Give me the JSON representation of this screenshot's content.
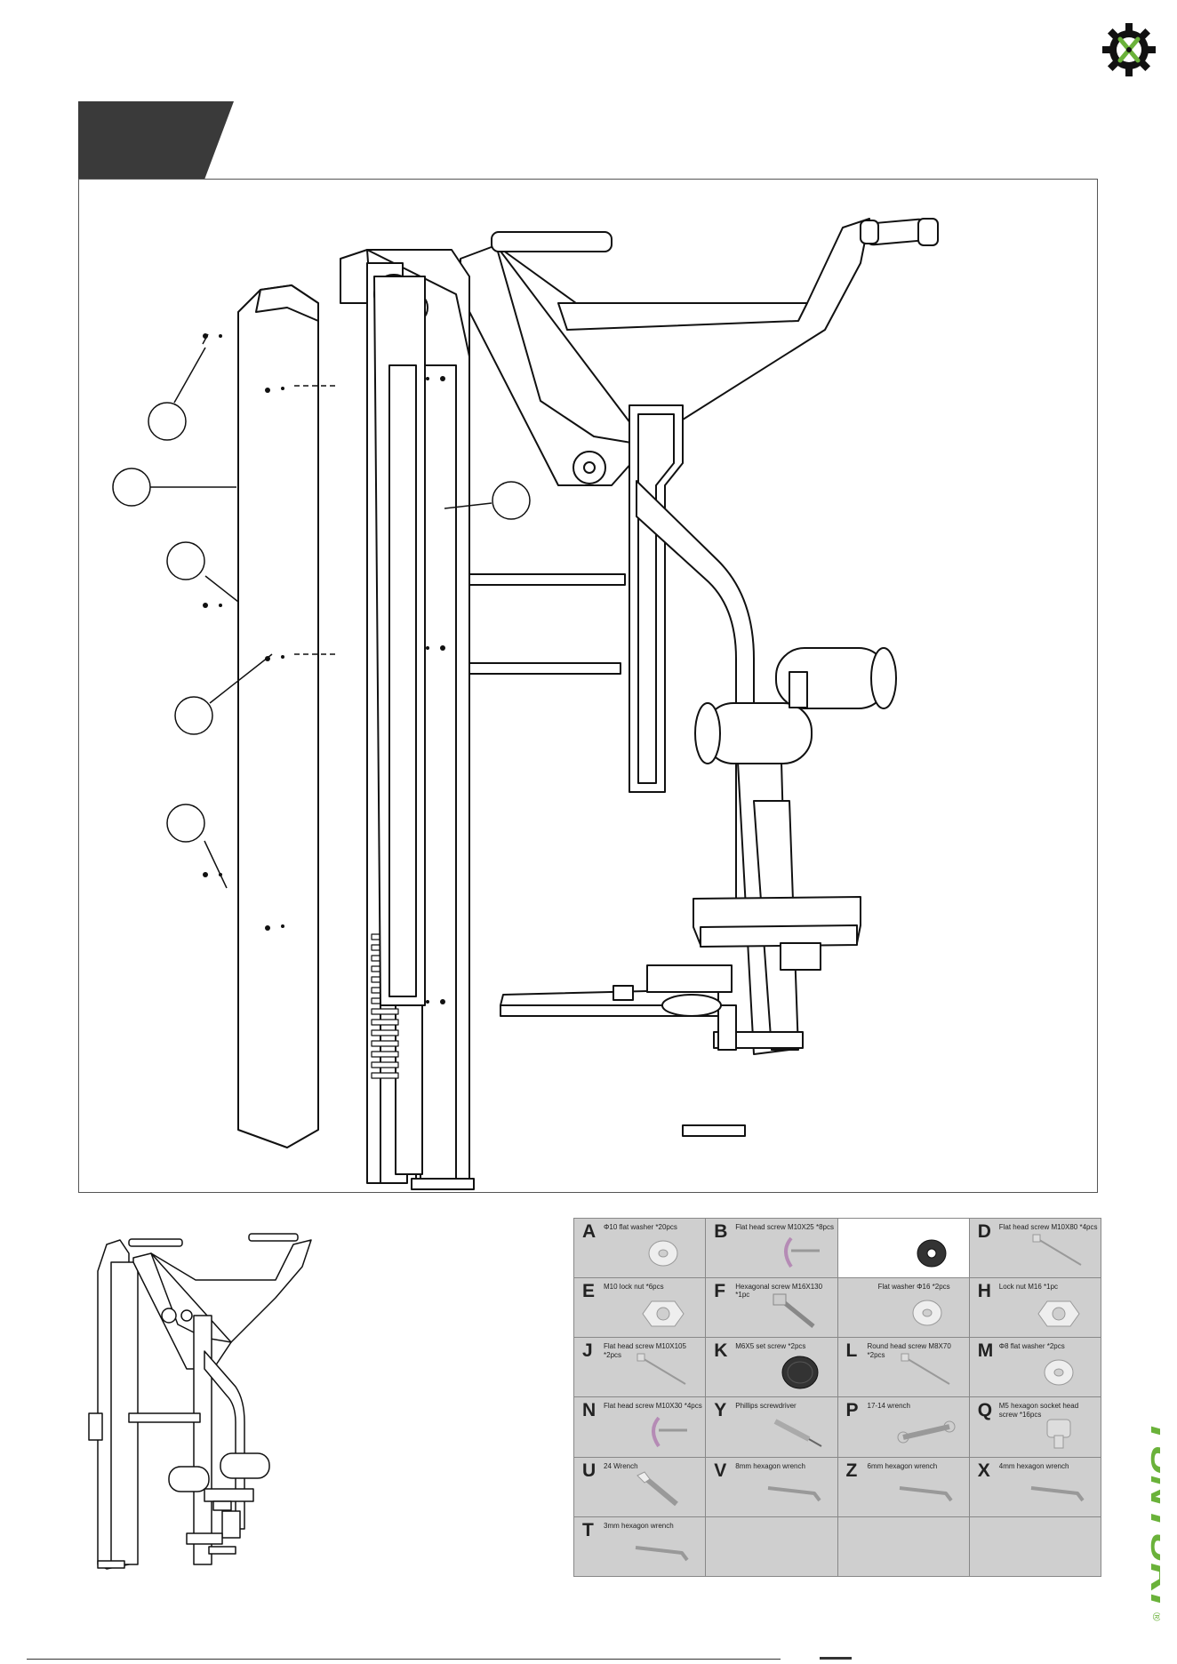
{
  "brand": {
    "name": "TUNTURI",
    "mark": "®",
    "color": "#6ab23a"
  },
  "step_tab": {
    "color": "#3a3a3a",
    "number": ""
  },
  "callouts": [
    "",
    "",
    "",
    "",
    "",
    ""
  ],
  "parts": [
    {
      "letter": "A",
      "desc": "Φ10 flat washer *20pcs",
      "icon": "flat-washer"
    },
    {
      "letter": "B",
      "desc": "Flat head screw M10X25 *8pcs",
      "icon": "hook-screw"
    },
    {
      "letter": "",
      "desc": "",
      "icon": "black-washer",
      "white": true
    },
    {
      "letter": "D",
      "desc": "Flat head screw M10X80 *4pcs",
      "icon": "long-screw"
    },
    {
      "letter": "E",
      "desc": "M10 lock nut *6pcs",
      "icon": "lock-nut"
    },
    {
      "letter": "F",
      "desc": "Hexagonal screw M16X130 *1pc",
      "icon": "hex-bolt"
    },
    {
      "letter": "",
      "desc": "Flat washer Φ16 *2pcs",
      "icon": "flat-washer",
      "center": true
    },
    {
      "letter": "H",
      "desc": "Lock nut M16 *1pc",
      "icon": "lock-nut"
    },
    {
      "letter": "J",
      "desc": "Flat head screw M10X105 *2pcs",
      "icon": "long-screw"
    },
    {
      "letter": "K",
      "desc": "M6X5 set screw *2pcs",
      "icon": "set-screw"
    },
    {
      "letter": "L",
      "desc": "Round head screw M8X70 *2pcs",
      "icon": "long-screw"
    },
    {
      "letter": "M",
      "desc": "Φ8 flat washer *2pcs",
      "icon": "flat-washer"
    },
    {
      "letter": "N",
      "desc": "Flat head screw M10X30 *4pcs",
      "icon": "hook-screw"
    },
    {
      "letter": "Y",
      "desc": "Phillips screwdriver",
      "icon": "screwdriver"
    },
    {
      "letter": "P",
      "desc": "17-14 wrench",
      "icon": "wrench"
    },
    {
      "letter": "Q",
      "desc": "M5 hexagon socket head screw *16pcs",
      "icon": "socket-screw"
    },
    {
      "letter": "U",
      "desc": "24 Wrench",
      "icon": "open-wrench"
    },
    {
      "letter": "V",
      "desc": "8mm hexagon wrench",
      "icon": "hex-key"
    },
    {
      "letter": "Z",
      "desc": "6mm hexagon wrench",
      "icon": "hex-key"
    },
    {
      "letter": "X",
      "desc": "4mm hexagon wrench",
      "icon": "hex-key"
    },
    {
      "letter": "T",
      "desc": "3mm hexagon wrench",
      "icon": "hex-key"
    },
    {
      "letter": "",
      "desc": "",
      "icon": ""
    },
    {
      "letter": "",
      "desc": "",
      "icon": ""
    },
    {
      "letter": "",
      "desc": "",
      "icon": ""
    }
  ]
}
